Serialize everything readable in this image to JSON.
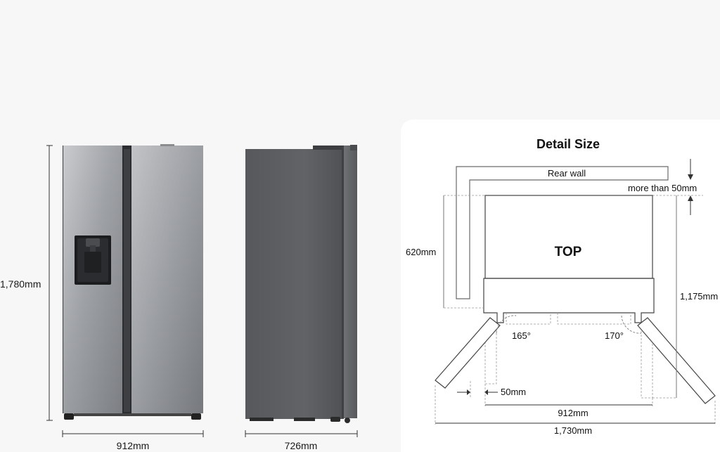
{
  "front_view": {
    "height_label": "1,780mm",
    "width_label": "912mm"
  },
  "side_view": {
    "depth_label": "726mm"
  },
  "detail": {
    "title": "Detail Size",
    "rear_wall_label": "Rear wall",
    "gap_label": "more than 50mm",
    "top_label": "TOP",
    "depth_label": "620mm",
    "depth_open_label": "1,175mm",
    "angle_left_label": "165°",
    "angle_right_label": "170°",
    "side_gap_label": "50mm",
    "width_label": "912mm",
    "open_width_label": "1,730mm"
  },
  "colors": {
    "background": "#f7f7f7",
    "panel": "#ffffff",
    "steel_light": "#b9bbbe",
    "steel_dark": "#6e7073",
    "side_body": "#5d5f62",
    "line": "#222222",
    "dashed": "#9a9a9a"
  }
}
